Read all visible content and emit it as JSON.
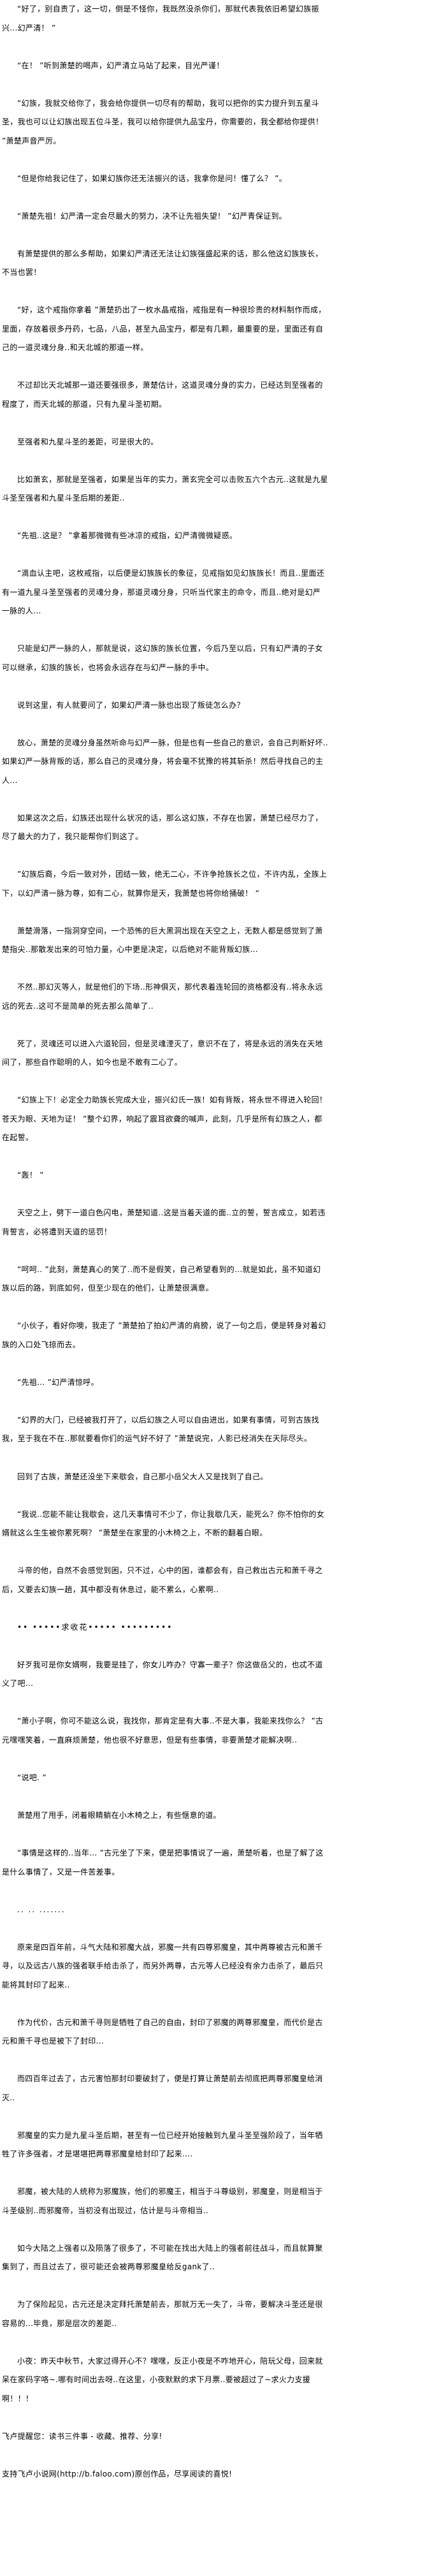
{
  "article": {
    "paragraphs": [
      "“好了，别自责了，这一切，倒是不怪你，我既然没杀你们，那就代表我依旧希望幻族振兴...幻严清！ ”",
      "“在！ ”听到萧楚的喝声，幻严清立马站了起来，目光严谨！",
      "“幻族，我就交给你了，我会给你提供一切尽有的帮助，我可以把你的实力提升到五星斗圣，我也可以让幻族出现五位斗圣，我可以给你提供九品宝丹，你需要的，我全都给你提供！ ”萧楚声音严厉。",
      "“但是你给我记住了，如果幻族你还无法振兴的话，我拿你是问！懂了么？ ”。",
      "“萧楚先祖！幻严清一定会尽最大的努力，决不让先祖失望！ ”幻严青保证到。",
      "有萧楚提供的那么多帮助，如果幻严清还无法让幻族强盛起来的话，那么他这幻族族长，不当也罢！",
      "“好，这个戒指你拿着 ”萧楚扔出了一枚水晶戒指，戒指是有一种很珍贵的材料制作而成，里面，存放着很多丹药，七品，八品，甚至九品宝丹，都是有几颗，最重要的是，里面还有自己的一道灵魂分身..和天北城的那道一样。",
      "不过却比天北城那一道还要强很多，萧楚估计，这道灵魂分身的实力，已经达到至强者的程度了，而天北城的那道，只有九星斗圣初期。",
      "至强者和九星斗圣的差距，可是很大的。",
      "比如萧玄，那就是至强者，如果是当年的实力，萧玄完全可以击败五六个古元..这就是九星斗圣至强者和九星斗圣后期的差距..",
      "“先祖..这是？ ”拿着那微微有些冰凉的戒指，幻严清微微疑惑。",
      "“滴血认主吧，这枚戒指，以后便是幻族族长的象征，见戒指如见幻族族长！而且..里面还有一道九星斗圣至强者的灵魂分身，那道灵魂分身，只听当代家主的命令，而且..绝对是幻严一脉的人...",
      "只能是幻严一脉的人，那就是说，这幻族的族长位置，今后乃至以后，只有幻严清的子女可以继承，幻族的族长，也将会永远存在与幻严一脉的手中。",
      "说到这里，有人就要问了，如果幻严清一脉也出现了叛徒怎么办？",
      "放心，萧楚的灵魂分身虽然听命与幻严一脉，但是也有一些自己的意识，会自己判断好坏..如果幻严一脉背叛的话，那么自己的灵魂分身，将会毫不犹豫的将其斩杀！然后寻找自己的主人...",
      "如果这次之后，幻族还出现什么状况的话，那么这幻族，不存在也罢，萧楚已经尽力了，尽了最大的力了，我只能帮你们到这了。",
      "”幻族后裔，今后一致对外，团结一致，绝无二心，不许争抢族长之位，不许内乱，全族上下，以幻严清一脉为尊，如有二心，就算你是天，我萧楚也将你给捅破！ “",
      "萧楚滑落，一指洞穿空间，一个恐怖的巨大黑洞出现在天空之上，无数人都是感觉到了萧楚指尖..那散发出来的可怕力量，心中更是决定，以后绝对不能背叛幻族...",
      "不然..那幻灭等人，就是他们的下场..形神俱灭，那代表着连轮回的资格都没有..将永永远远的死去..这可不是简单的死去那么简单了..",
      "死了，灵魂还可以进入六道轮回，但是灵魂湮灭了，意识不在了，将是永远的消失在天地间了，那些自作聪明的人，如今也是不敢有二心了。",
      "“幻族上下！必定全力助族长完成大业，振兴幻氏一族！如有背叛，将永世不得进入轮回！苍天为眼、天地为证！ ”整个幻界，响起了震耳欲聋的喊声，此刻，几乎是所有幻族之人，都在起誓。",
      "“轰！ ”",
      "天空之上，劈下一道白色闪电，萧楚知道..这是当着天道的面..立的誓，誓言成立，如若违背誓言，必将遭到天道的惩罚！",
      "“呵呵.. ”此刻，萧楚真心的笑了..而不是假笑，自己希望看到的...就是如此，虽不知道幻族以后的路，到底如何，但至少现在的他们，让萧楚很满意。",
      "“小伙子，看好你噢，我走了 ”萧楚拍了拍幻严清的肩膀，说了一句之后，便是转身对着幻族的入口处飞掠而去。",
      "“先祖... ”幻严清惊呼。",
      "“幻界的大门，已经被我打开了，以后幻族之人可以自由进出，如果有事情，可到古族找我，至于我在不在..那就要看你们的运气好不好了 ”萧楚说完，人影已经消失在天际尽头。",
      "回到了古族，萧楚还没坐下来歇会，自己那小岳父大人又是找到了自己。",
      "“我说..您能不能让我歇会，这几天事情可不少了，你让我歇几天，能死么？你不怕你的女婿就这么生生被你累死啊？ ”萧楚坐在家里的小木椅之上，不断的翻着白眼。",
      "斗帝的他，自然不会感觉到困，只不过，心中的困，谁都会有，自己救出古元和萧千寻之后，又要去幻族一趟，其中都没有休息过，能不累么，心累啊..",
      "•• •••••求收花••••• •••••••••",
      "好歹我可是你女婿啊，我要是挂了，你女儿咋办？守寡一辈子？你这做岳父的，也忒不道义了吧...",
      "“萧小子啊，你可不能这么说，我找你，那肯定是有大事..不是大事，我能来找你么？ ”古元嘿嘿笑着，一直麻烦萧楚，他也很不好意思，但是有些事情，非要萧楚才能解决啊..",
      "“说吧. ”",
      "萧楚甩了甩手，闭着眼睛躺在小木椅之上，有些惬意的道。",
      "“事情是这样的..当年... ”古元坐了下来，便是把事情说了一遍，萧楚听着，也是了解了这是什么事情了，又是一件苦差事。",
      ".. .. .......",
      "原来是四百年前，斗气大陆和邪魔大战，邪魔一共有四尊邪魔皇，其中两尊被古元和萧千寻，以及远古八族的强者联手给击杀了，而另外两尊，古元等人已经没有余力击杀了，最后只能将其封印了起来..",
      "作为代价，古元和萧千寻则是牺牲了自己的自由，封印了邪魔的两尊邪魔皇，而代价是古元和萧千寻也是被下了封印...",
      "而四百年过去了，古元害怕那封印要破封了，便是打算让萧楚前去彻底把两尊邪魔皇给消灭..",
      "邪魔皇的实力是九星斗圣后期，甚至有一位已经开始接触到九星斗圣至强阶段了，当年牺牲了许多强者，才是堪堪把两尊邪魔皇给封印了起来....",
      "邪魔，被大陆的人统称为邪魔族，他们的邪魔王，相当于斗尊级别，邪魔皇，则是相当于斗圣级别..而邪魔帝，当初没有出现过，估计是与斗帝相当..",
      "如今大陆之上强者以及陨落了很多了，不可能在找出大陆上的强者前往战斗，而且就算聚集到了，而且过去了，很可能还会被两尊邪魔皇给反gank了..",
      "为了保险起见，古元还是决定拜托萧楚前去，那就万无一失了，斗帝，要解决斗圣还是很容易的...毕竟，那是层次的差距..",
      "小夜：昨天中秋节，大家过得开心不？嘿嘿，反正小夜是不咋地开心，陪玩父母，回来就呆在家码字咯~.哪有时间出去呀..在这里，小夜默默的求下月票..要被超过了~求火力支援啊！！！"
    ]
  },
  "footer": {
    "reminder": "飞卢提醒您：读书三件事 - 收藏、推荐、分享!",
    "support": "支持飞卢小说网(http://b.faloo.com)原创作品，尽享阅读的喜悦!"
  }
}
